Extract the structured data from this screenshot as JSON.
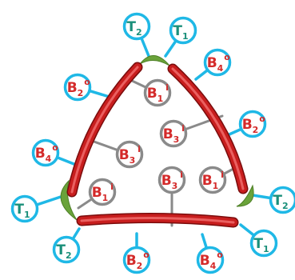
{
  "diagram": {
    "colors": {
      "edge": "#c81e1e",
      "edge_highlight": "#f27070",
      "vertex": "#6aa33a",
      "cyan": "#1fb8e6",
      "gray": "#8a8a8a",
      "teal_text": "#1a8f7a",
      "red_text": "#d42a2a"
    },
    "outer_nodes": [
      {
        "id": "t2-top",
        "main": "T",
        "sub": "2",
        "sup": "",
        "kind": "t"
      },
      {
        "id": "t1-top",
        "main": "T",
        "sub": "1",
        "sup": "",
        "kind": "t"
      },
      {
        "id": "b4o-top",
        "main": "B",
        "sub": "4",
        "sup": "o",
        "kind": "b"
      },
      {
        "id": "b2o-left",
        "main": "B",
        "sub": "2",
        "sup": "o",
        "kind": "b"
      },
      {
        "id": "b2o-right",
        "main": "B",
        "sub": "2",
        "sup": "o",
        "kind": "b"
      },
      {
        "id": "b4o-left",
        "main": "B",
        "sub": "4",
        "sup": "o",
        "kind": "b"
      },
      {
        "id": "t1-left",
        "main": "T",
        "sub": "1",
        "sup": "",
        "kind": "t"
      },
      {
        "id": "t2-right",
        "main": "T",
        "sub": "2",
        "sup": "",
        "kind": "t"
      },
      {
        "id": "t2-bottom",
        "main": "T",
        "sub": "2",
        "sup": "",
        "kind": "t"
      },
      {
        "id": "t1-bottom",
        "main": "T",
        "sub": "1",
        "sup": "",
        "kind": "t"
      },
      {
        "id": "b2o-bottom",
        "main": "B",
        "sub": "2",
        "sup": "o",
        "kind": "b"
      },
      {
        "id": "b4o-bottom",
        "main": "B",
        "sub": "4",
        "sup": "o",
        "kind": "b"
      }
    ],
    "inner_nodes": [
      {
        "id": "b1i-top",
        "main": "B",
        "sub": "1",
        "sup": "i"
      },
      {
        "id": "b3i-right",
        "main": "B",
        "sub": "3",
        "sup": "i"
      },
      {
        "id": "b3i-left",
        "main": "B",
        "sub": "3",
        "sup": "i"
      },
      {
        "id": "b1i-botleft",
        "main": "B",
        "sub": "1",
        "sup": "i"
      },
      {
        "id": "b3i-bottom",
        "main": "B",
        "sub": "3",
        "sup": "i"
      },
      {
        "id": "b1i-botright",
        "main": "B",
        "sub": "1",
        "sup": "i"
      }
    ]
  }
}
